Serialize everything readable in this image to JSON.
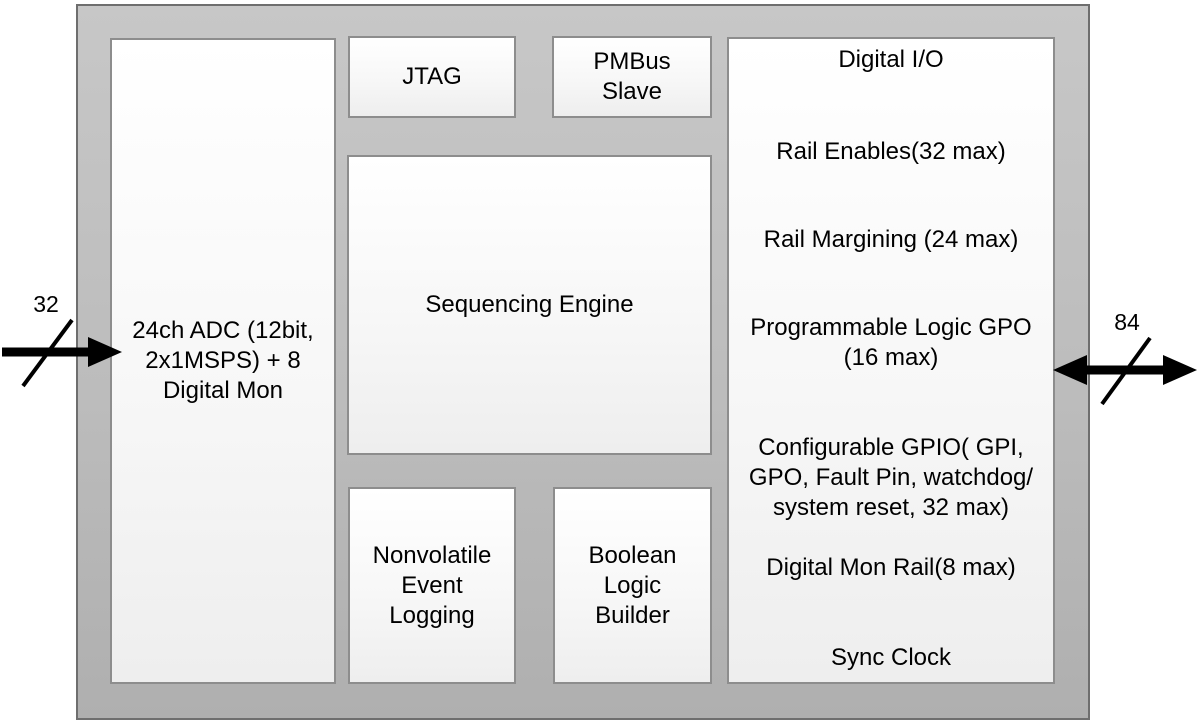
{
  "chip": {
    "blocks": {
      "adc": {
        "label": "24ch ADC  (12bit,\n2x1MSPS) + 8\nDigital Mon"
      },
      "jtag": {
        "label": "JTAG"
      },
      "pmbus": {
        "label": "PMBus\nSlave"
      },
      "sequencing": {
        "label": "Sequencing Engine"
      },
      "nonvolatile": {
        "label": "Nonvolatile\nEvent\nLogging"
      },
      "boolean": {
        "label": "Boolean\nLogic\nBuilder"
      },
      "digital_io": {
        "title": "Digital I/O",
        "items": [
          "Rail Enables(32 max)",
          "Rail Margining (24 max)",
          "Programmable Logic  GPO\n(16 max)",
          "Configurable GPIO( GPI,\nGPO, Fault Pin, watchdog/\nsystem reset,  32 max)",
          "Digital Mon Rail(8 max)",
          "Sync Clock"
        ]
      }
    },
    "buses": {
      "left": {
        "width_label": "32",
        "direction": "in"
      },
      "right": {
        "width_label": "84",
        "direction": "bidirectional"
      }
    },
    "colors": {
      "chip_fill_top": "#c7c7c7",
      "chip_fill_bottom": "#afafaf",
      "chip_border": "#6e6e6e",
      "block_fill_top": "#ffffff",
      "block_fill_bottom": "#eeeeee",
      "block_border": "#8d8d8d",
      "text": "#000000",
      "arrow": "#000000"
    }
  }
}
